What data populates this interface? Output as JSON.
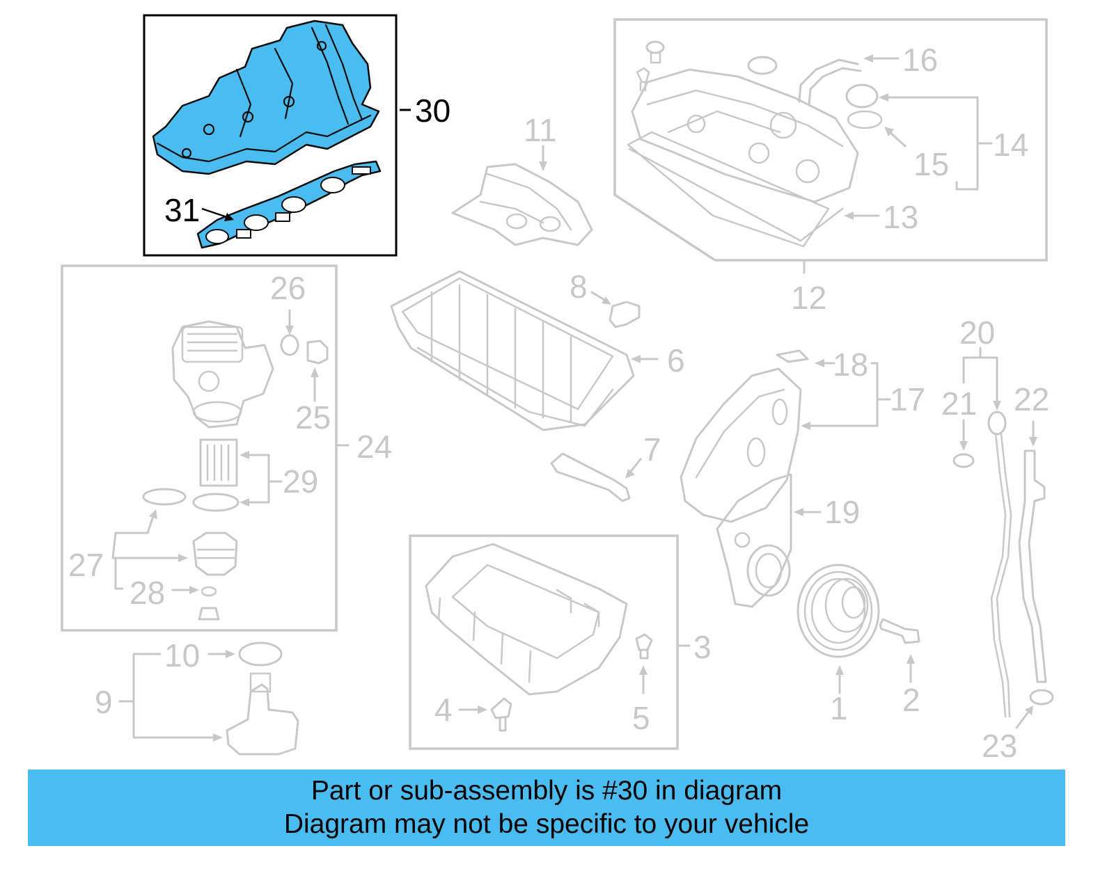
{
  "diagram": {
    "highlighted_part": "30",
    "callouts": {
      "c1": "1",
      "c2": "2",
      "c3": "3",
      "c4": "4",
      "c5": "5",
      "c6": "6",
      "c7": "7",
      "c8": "8",
      "c9": "9",
      "c10": "10",
      "c11": "11",
      "c12": "12",
      "c13": "13",
      "c14": "14",
      "c15": "15",
      "c16": "16",
      "c17": "17",
      "c18": "18",
      "c19": "19",
      "c20": "20",
      "c21": "21",
      "c22": "22",
      "c23": "23",
      "c24": "24",
      "c25": "25",
      "c26": "26",
      "c27": "27",
      "c28": "28",
      "c29": "29",
      "c30": "30",
      "c31": "31"
    },
    "colors": {
      "highlight": "#4bbcf0",
      "inactive": "#c8c8c8",
      "outline": "#000000"
    }
  },
  "banner": {
    "line1": "Part or sub-assembly is #30 in diagram",
    "line2": "Diagram may not be specific to your vehicle"
  }
}
